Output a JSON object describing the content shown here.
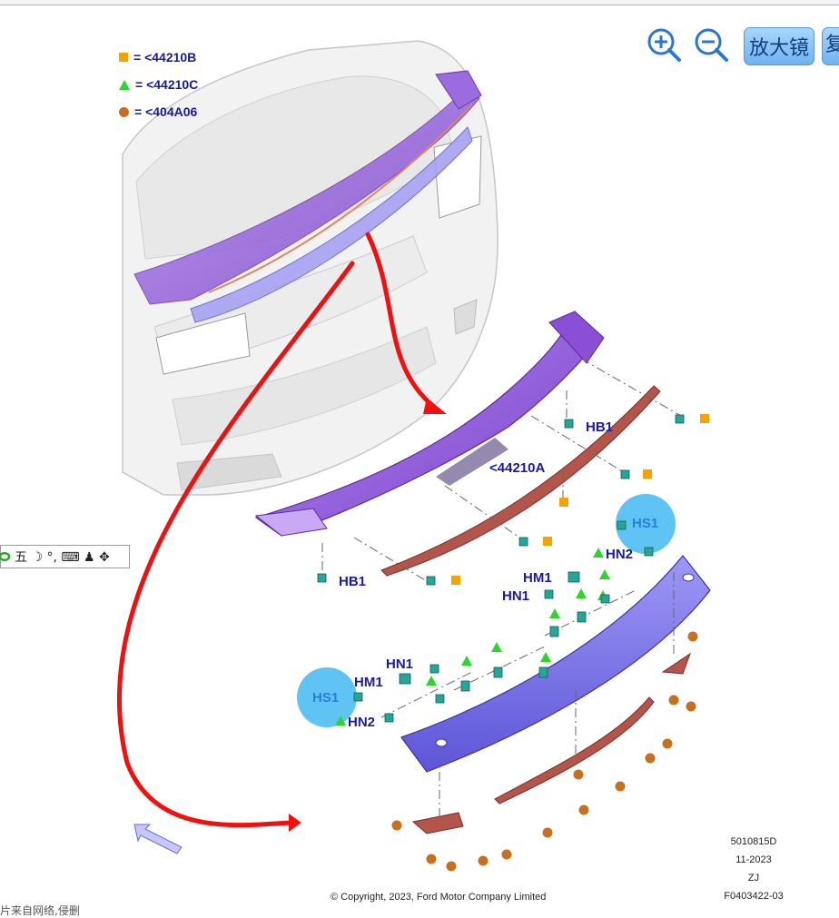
{
  "legend": [
    {
      "symbol": "square",
      "color": "#f4a300",
      "label": "= <44210B"
    },
    {
      "symbol": "triangle",
      "color": "#2fd42f",
      "label": "= <44210C"
    },
    {
      "symbol": "circle",
      "color": "#c87020",
      "label": "= <404A06"
    }
  ],
  "toolbar": {
    "zoom_in_icon": "zoom-in-icon",
    "zoom_out_icon": "zoom-out-icon",
    "magnifier_label": "放大镜",
    "copy_label": "复"
  },
  "ime_bar": {
    "label": "五 ☽ °, ⌨ ♟ ✥"
  },
  "callouts": {
    "hb1_top": "HB1",
    "part_main": "<44210A",
    "hb1_bottom": "HB1",
    "hs1_right": "HS1",
    "hn2_right": "HN2",
    "hm1_right": "HM1",
    "hn1_right": "HN1",
    "hn1_left": "HN1",
    "hm1_left": "HM1",
    "hs1_left": "HS1",
    "hn2_left": "HN2"
  },
  "meta": {
    "doc_number": "5010815D",
    "date": "11-2023",
    "initials": "ZJ",
    "figure_id": "F0403422-03"
  },
  "copyright": "© Copyright, 2023, Ford Motor Company Limited",
  "bottom_note": "片来自网络,侵删",
  "colors": {
    "spoiler": "#8a55d8",
    "panel": "#7a74e6",
    "bracket": "#b3554a",
    "arrow": "#f01010",
    "highlight": "#5fc4f4",
    "label_text": "#1a1a9c"
  }
}
